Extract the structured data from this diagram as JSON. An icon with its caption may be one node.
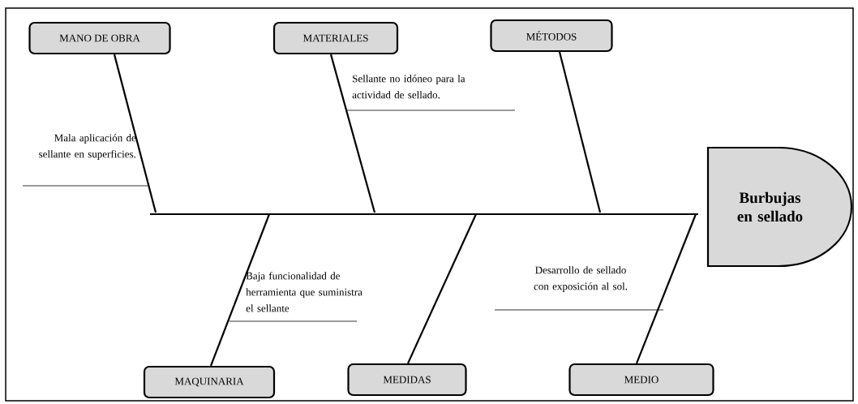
{
  "diagram": {
    "nodes": [
      {
        "text": [
          "Burbujas en sellado"
        ]
      },
      {
        "text": [
          "MANO DE OBRA"
        ]
      },
      {
        "text": [
          "MATERIALES"
        ]
      },
      {
        "text": [
          "MÉTODOS"
        ]
      },
      {
        "text": [
          "MAQUINARIA"
        ]
      },
      {
        "text": [
          "MEDIDAS"
        ]
      },
      {
        "text": [
          "MEDIO"
        ]
      }
    ],
    "edges": [
      {
        "from": 1,
        "to": null,
        "arrow": "none"
      },
      {
        "from": 2,
        "to": null,
        "arrow": "none"
      },
      {
        "from": 3,
        "to": null,
        "arrow": "none"
      },
      {
        "from": 4,
        "to": null,
        "arrow": "none"
      },
      {
        "from": 5,
        "to": null,
        "arrow": "none"
      },
      {
        "from": 6,
        "to": null,
        "arrow": "none"
      },
      {
        "from": null,
        "to": 0,
        "arrow": "none"
      }
    ],
    "labels": [
      "Mala aplicación de sellante en superficies.",
      "Sellante no idóneo para la actividad de sellado.",
      "Baja funcionalidad de herramienta que suministra el sellante",
      "Desarrollo de sellado con exposición al sol."
    ]
  }
}
